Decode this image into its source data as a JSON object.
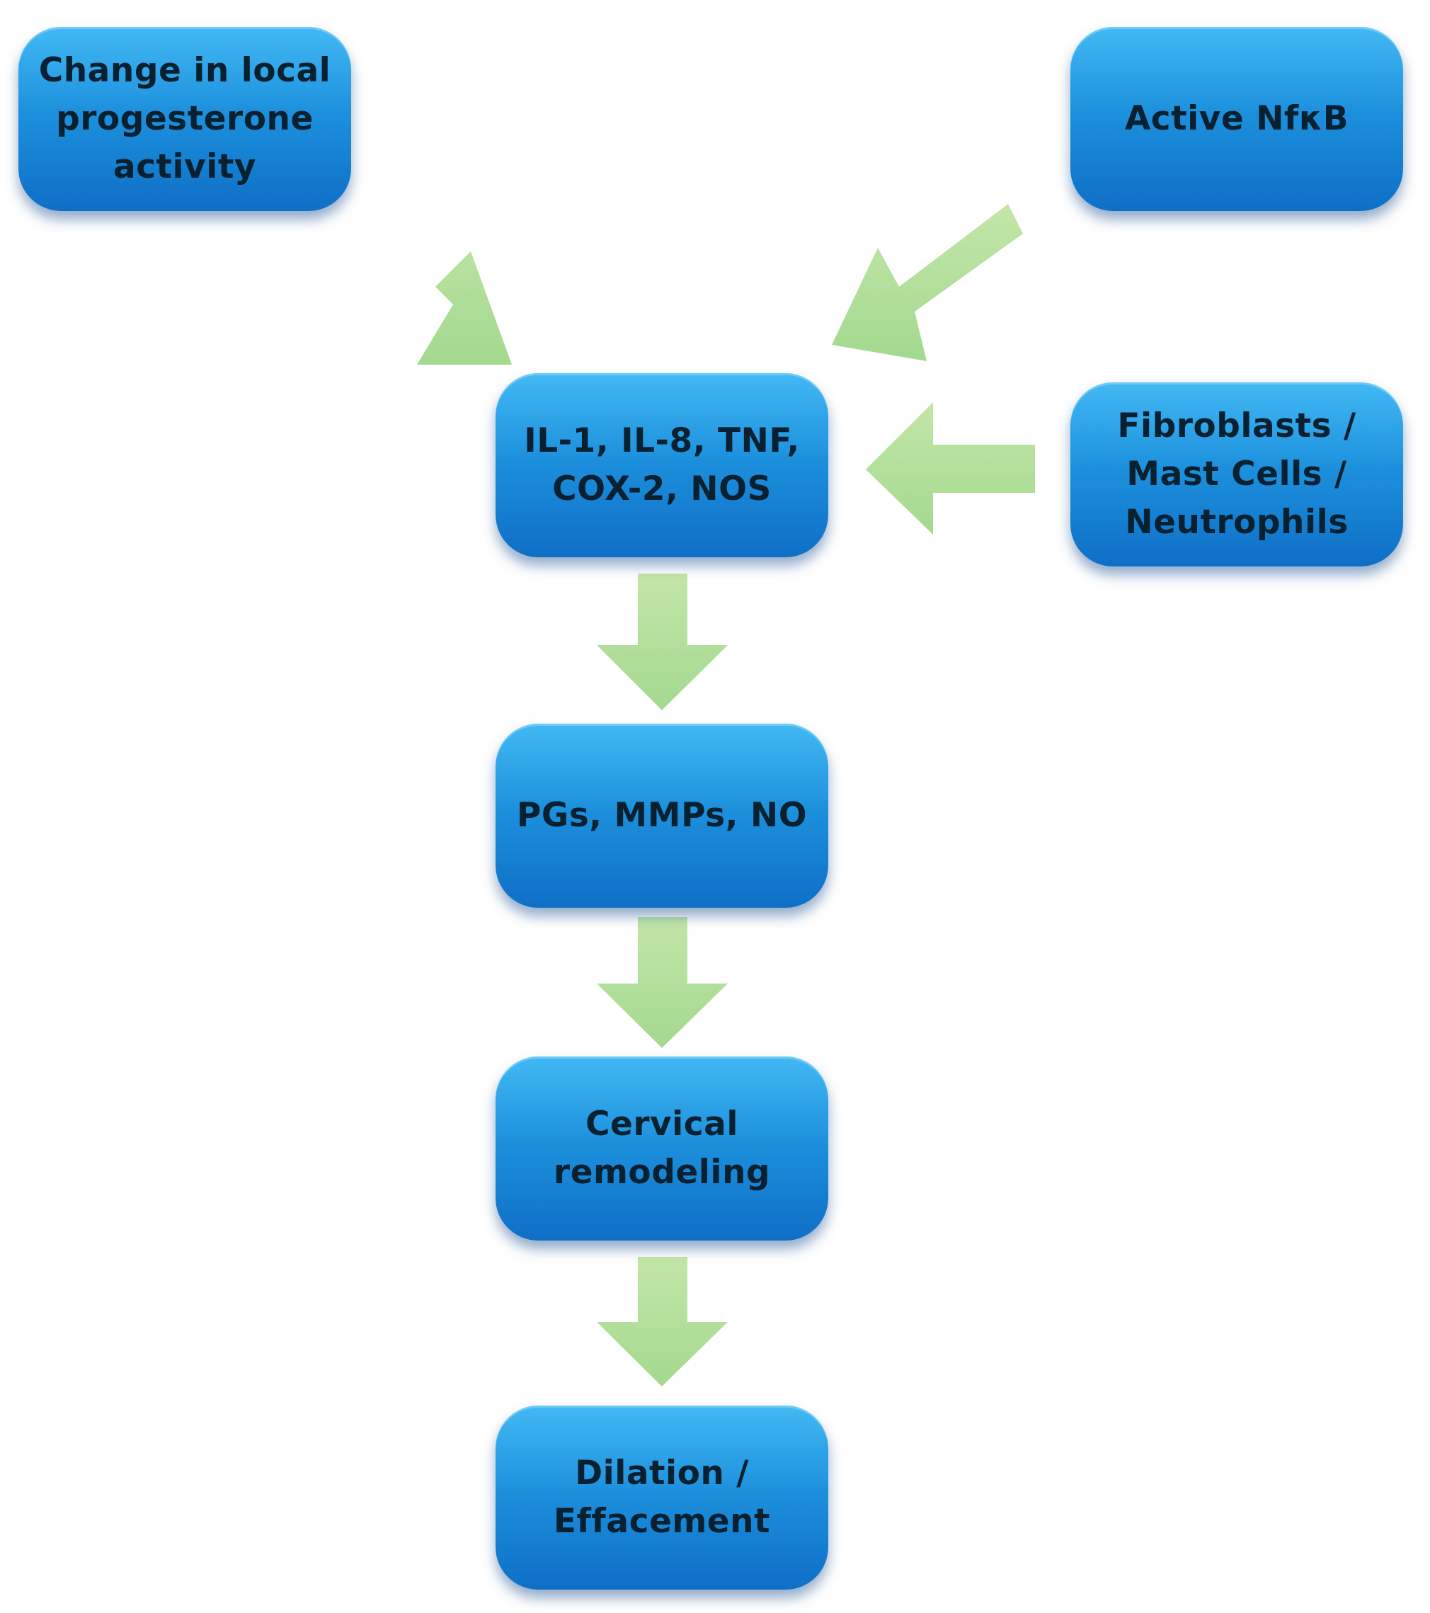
{
  "diagram": {
    "nodes": {
      "progesterone": "Change in local\nprogesterone\nactivity",
      "nfkb": "Active NfκB",
      "cytokines": "IL-1, IL-8, TNF,\nCOX-2, NOS",
      "cells": "Fibroblasts /\nMast Cells /\nNeutrophils",
      "pgs": "PGs, MMPs, NO",
      "remodeling": "Cervical\nremodeling",
      "dilation": "Dilation /\nEffacement"
    },
    "colors": {
      "box_top": "#42b9f4",
      "box_bottom": "#0f6fc6",
      "text": "#08202f",
      "arrow": "#a6d98a"
    }
  }
}
